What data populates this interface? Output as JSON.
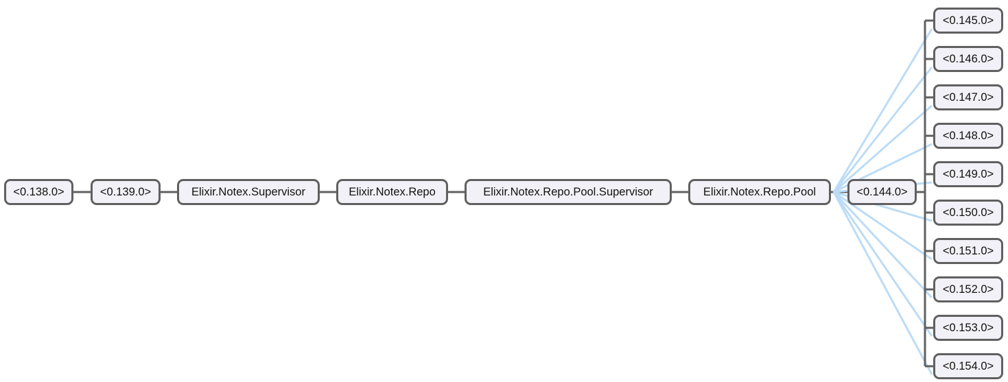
{
  "tree": {
    "chain": [
      "<0.138.0>",
      "<0.139.0>",
      "Elixir.Notex.Supervisor",
      "Elixir.Notex.Repo",
      "Elixir.Notex.Repo.Pool.Supervisor",
      "Elixir.Notex.Repo.Pool",
      "<0.144.0>"
    ],
    "children": [
      "<0.145.0>",
      "<0.146.0>",
      "<0.147.0>",
      "<0.148.0>",
      "<0.149.0>",
      "<0.150.0>",
      "<0.151.0>",
      "<0.152.0>",
      "<0.153.0>",
      "<0.154.0>"
    ]
  },
  "colors": {
    "node_border": "#606060",
    "node_fill": "#f1f1f7",
    "tree_link": "#606060",
    "pool_link": "#bcdcf6"
  }
}
